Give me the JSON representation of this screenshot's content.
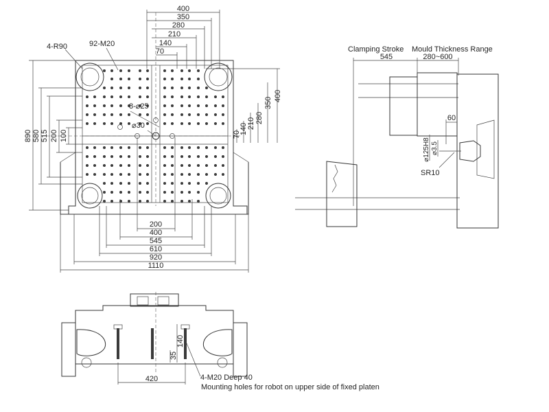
{
  "front_view": {
    "top_dims": [
      "400",
      "350",
      "280",
      "210",
      "140",
      "70"
    ],
    "right_dims": [
      "70",
      "140",
      "210",
      "280",
      "350",
      "400"
    ],
    "left_dims": [
      "890",
      "580",
      "515",
      "200",
      "100"
    ],
    "bottom_dims": [
      "200",
      "400",
      "545",
      "610",
      "920",
      "1110"
    ],
    "labels": {
      "corner_radius": "4-R90",
      "thread_holes": "92-M20",
      "pin_holes": "8-⌀25",
      "center_hole": "⌀30"
    }
  },
  "side_view": {
    "clamping_stroke_label": "Clamping Stroke",
    "mould_range_label": "Mould Thickness Range",
    "clamping_stroke_value": "545",
    "mould_range_value": "280~600",
    "nozzle_offset": "60",
    "locating_ring": "⌀125H8",
    "nozzle_hole": "⌀3.5",
    "sphere_radius": "SR10"
  },
  "top_view": {
    "width_dim": "420",
    "vertical_dims": [
      "140",
      "35"
    ],
    "hole_callout": "4-M20 Deep 40",
    "caption": "Mounting holes for robot on upper side of fixed platen"
  }
}
